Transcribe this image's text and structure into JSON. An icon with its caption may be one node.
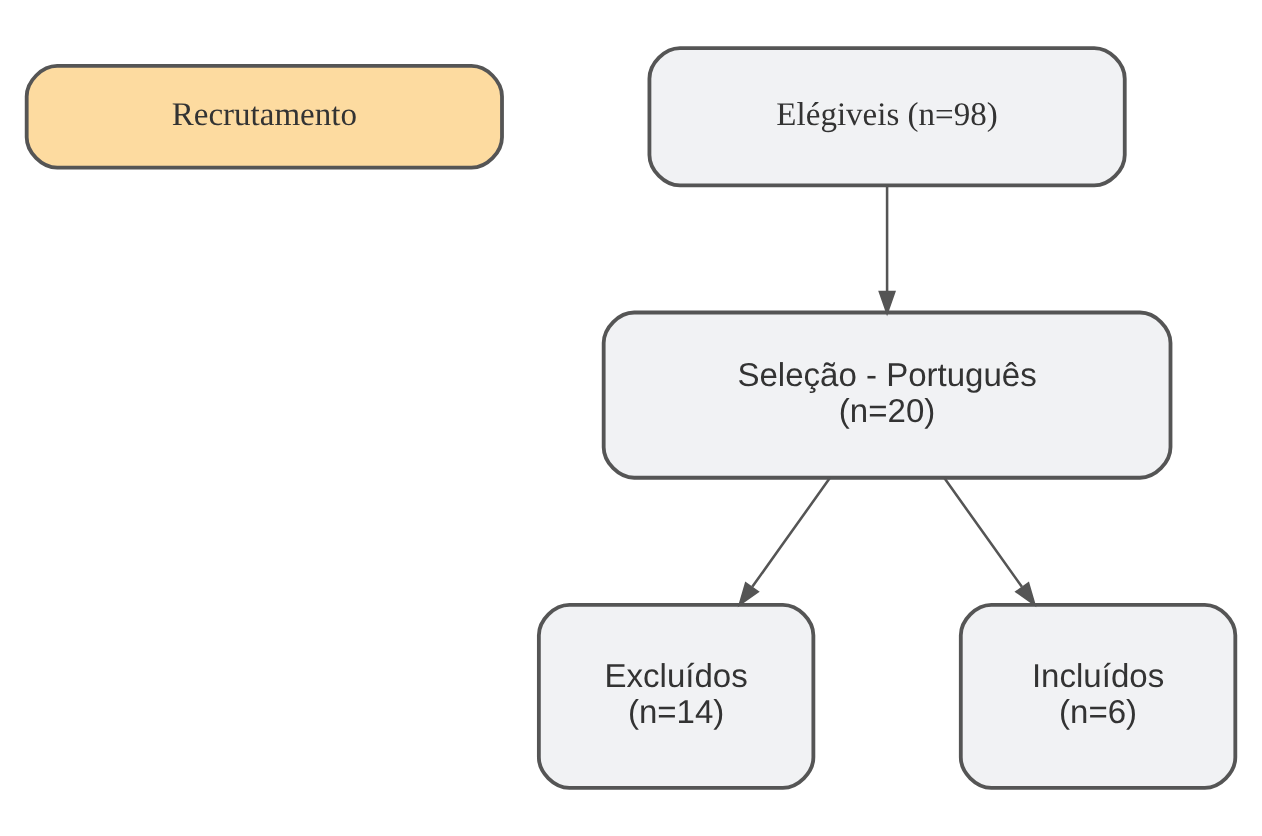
{
  "diagram": {
    "nodes": [
      {
        "text": [
          "Recrutamento"
        ]
      },
      {
        "text": [
          "Elégiveis (n=98)"
        ]
      },
      {
        "text": [
          "Seleção - Português (n=20)"
        ]
      },
      {
        "text": [
          "Excluídos (n=14)"
        ]
      },
      {
        "text": [
          "Incluídos (n=6)"
        ]
      }
    ],
    "edges": [
      {
        "from": 1,
        "to": 2,
        "arrow": "to"
      },
      {
        "from": 2,
        "to": 3,
        "arrow": "to"
      },
      {
        "from": 2,
        "to": 4,
        "arrow": "to"
      }
    ]
  }
}
